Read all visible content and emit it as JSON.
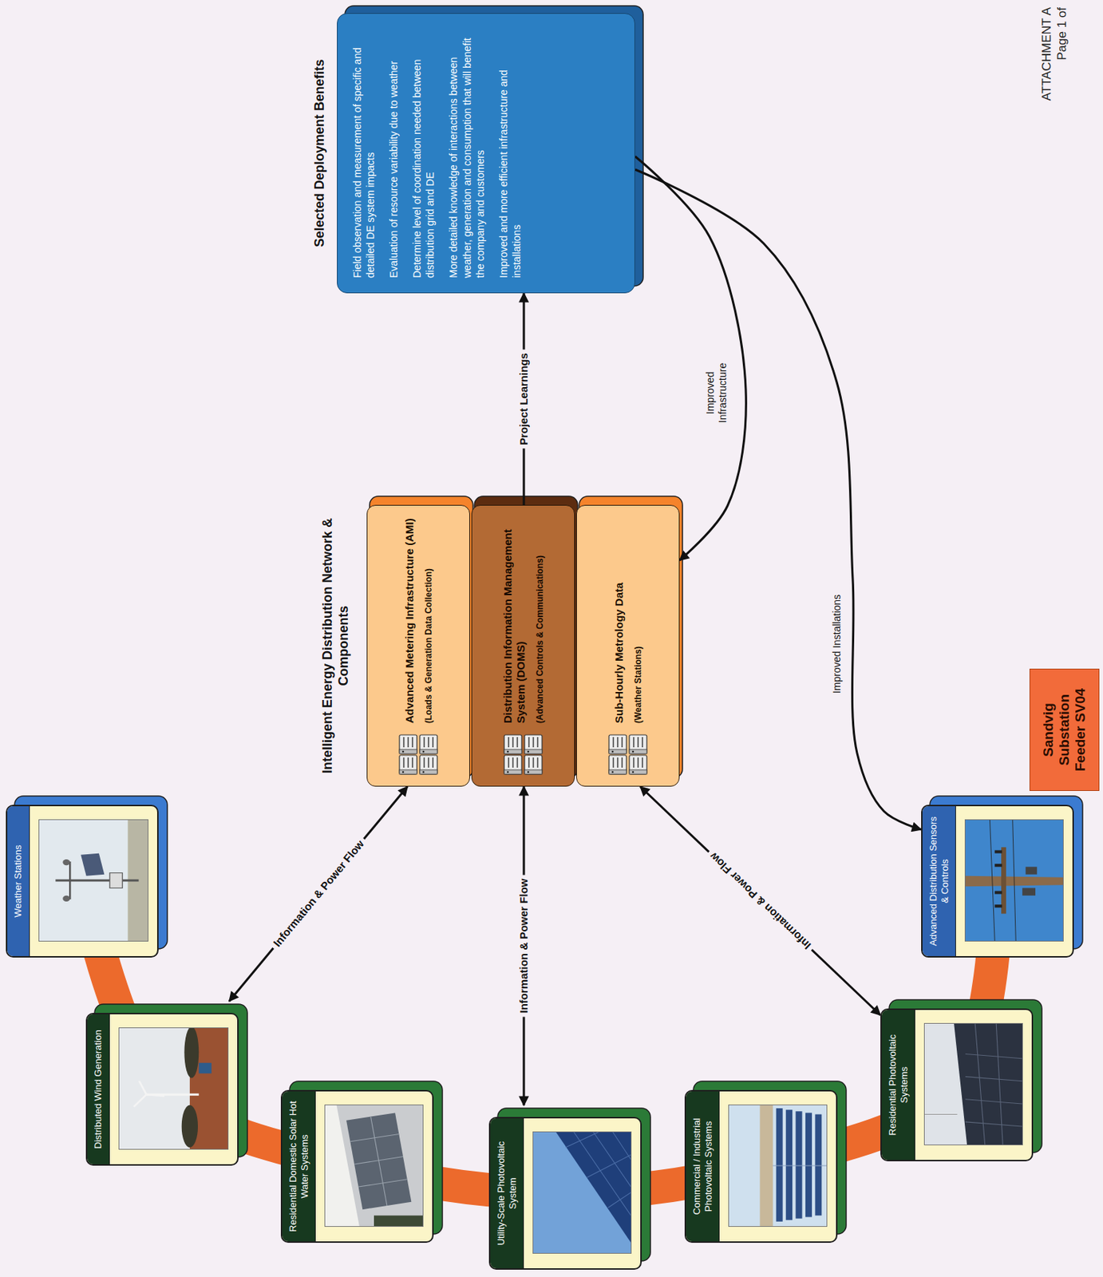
{
  "diagram": {
    "nodes": [
      {
        "text": [
          "Intelligent Energy Distribution Network & Components"
        ]
      },
      {
        "text": [
          "Advanced Metering Infrastructure (AMI)",
          "(Loads & Generation Data Collection)"
        ],
        "in": 0
      },
      {
        "text": [
          "Distribution Information Management System (DOMS)",
          "(Advanced Controls & Communications)"
        ],
        "in": 0
      },
      {
        "text": [
          "Sub-Hourly Metrology Data",
          "(Weather Stations)"
        ],
        "in": 0
      },
      {
        "text": [
          "Selected Deployment Benefits",
          "Field observation and measurement of specific and detailed DE system impacts",
          "Evaluation of resource variability due to weather",
          "Determine level of coordination needed between distribution grid and DE",
          "More detailed knowledge of interactions between weather, generation and consumption that will benefit the company and customers",
          "Improved and more efficient infrastructure and installations"
        ]
      },
      {
        "text": [
          "Weather Stations"
        ]
      },
      {
        "text": [
          "Distributed Wind Generation"
        ]
      },
      {
        "text": [
          "Residential Domestic Solar Hot Water Systems"
        ]
      },
      {
        "text": [
          "Utility-Scale Photovoltaic System"
        ]
      },
      {
        "text": [
          "Commercial / Industrial Photovoltaic Systems"
        ]
      },
      {
        "text": [
          "Residential Photovoltaic Systems"
        ]
      },
      {
        "text": [
          "Advanced Distribution Sensors & Controls"
        ]
      },
      {
        "text": [
          "Sandvig Substation Feeder SV04"
        ]
      }
    ],
    "edges": [
      {
        "from": 2,
        "to": 4,
        "arrow": "to",
        "label": "Project Learnings"
      },
      {
        "from": 4,
        "to": 0,
        "arrow": "to",
        "label": "Improved Infrastructure"
      },
      {
        "from": 4,
        "to": 11,
        "arrow": "to",
        "label": "Improved Installations"
      },
      {
        "from": 6,
        "to": 1,
        "arrow": "both",
        "label": "Information & Power Flow"
      },
      {
        "from": 8,
        "to": 2,
        "arrow": "both",
        "label": "Information & Power Flow"
      },
      {
        "from": 10,
        "to": 3,
        "arrow": "both",
        "label": "Information & Power Flow"
      }
    ],
    "labels": [
      "ATTACHMENT A",
      "Page 1 of"
    ]
  }
}
